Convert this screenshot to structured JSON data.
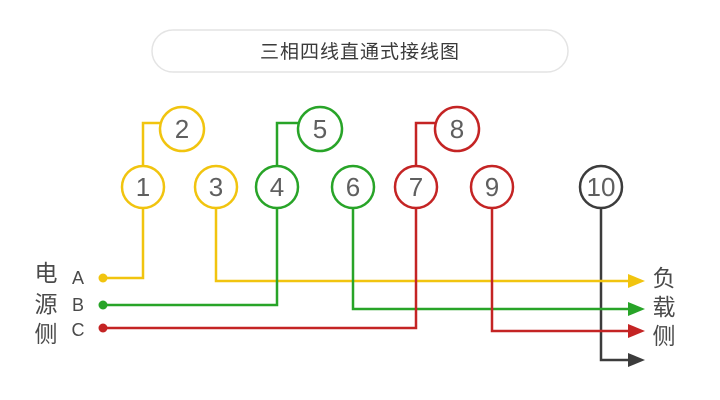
{
  "title": "三相四线直通式接线图",
  "colors": {
    "phase_a": "#F1C40F",
    "phase_b": "#28A428",
    "phase_c": "#C42424",
    "neutral": "#3C3C3C",
    "label_text": "#4A4A4A",
    "terminal_text": "#5F5F5F",
    "title_text": "#3A3A3A",
    "pill_border": "#E4E4E4"
  },
  "source_side": {
    "label_chars": {
      "c0": "电",
      "c1": "源",
      "c2": "侧"
    },
    "phase_labels": {
      "a": "A",
      "b": "B",
      "c": "C"
    }
  },
  "load_side": {
    "label_chars": {
      "c0": "负",
      "c1": "载",
      "c2": "侧"
    }
  },
  "terminals": {
    "labels": {
      "t1": "1",
      "t2": "2",
      "t3": "3",
      "t4": "4",
      "t5": "5",
      "t6": "6",
      "t7": "7",
      "t8": "8",
      "t9": "9",
      "t10": "10"
    }
  }
}
